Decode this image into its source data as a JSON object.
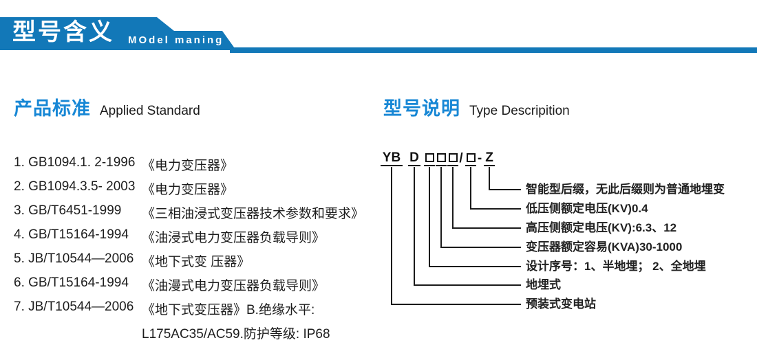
{
  "banner": {
    "title_zh": "型号含义",
    "title_en": "MOdel maning",
    "banner_color": "#1278b8",
    "heading_color": "#1787d5"
  },
  "standards": {
    "heading_zh": "产品标准",
    "heading_en": "Applied Standard",
    "items": [
      {
        "code": "1. GB1094.1. 2-1996",
        "title": "《电力变压器》"
      },
      {
        "code": "2. GB1094.3.5- 2003",
        "title": "《电力变压器》"
      },
      {
        "code": "3. GB/T6451-1999",
        "title": "《三相油浸式变压器技术参数和要求》"
      },
      {
        "code": "4. GB/T15164-1994",
        "title": "《油浸式电力变压器负载导则》"
      },
      {
        "code": "5. JB/T10544—2006",
        "title": "《地下式变 压器》"
      },
      {
        "code": "6. GB/T15164-1994",
        "title": "《油漫式电力变压器负载导则》"
      },
      {
        "code": "7. JB/T10544—2006",
        "title": "《地下式变压器》B.绝缘水平:"
      }
    ],
    "continuation": "L175AC35/AC59.防护等级: IP68"
  },
  "model": {
    "heading_zh": "型号说明",
    "heading_en": "Type Descripition",
    "code_full": "YBD□□□/□-Z",
    "segments": {
      "prefix": "YB",
      "type": "D",
      "slash": "/",
      "dash": "-",
      "suffix": "Z"
    },
    "labels": [
      "智能型后缀，无此后缀则为普通地埋变",
      "低压侧额定电压(KV)0.4",
      "高压侧额定电压(KV):6.3、12",
      "变压器额定容易(KVA)30-1000",
      "设计序号：1、半地埋； 2、全地埋",
      "地埋式",
      "预装式变电站"
    ]
  }
}
